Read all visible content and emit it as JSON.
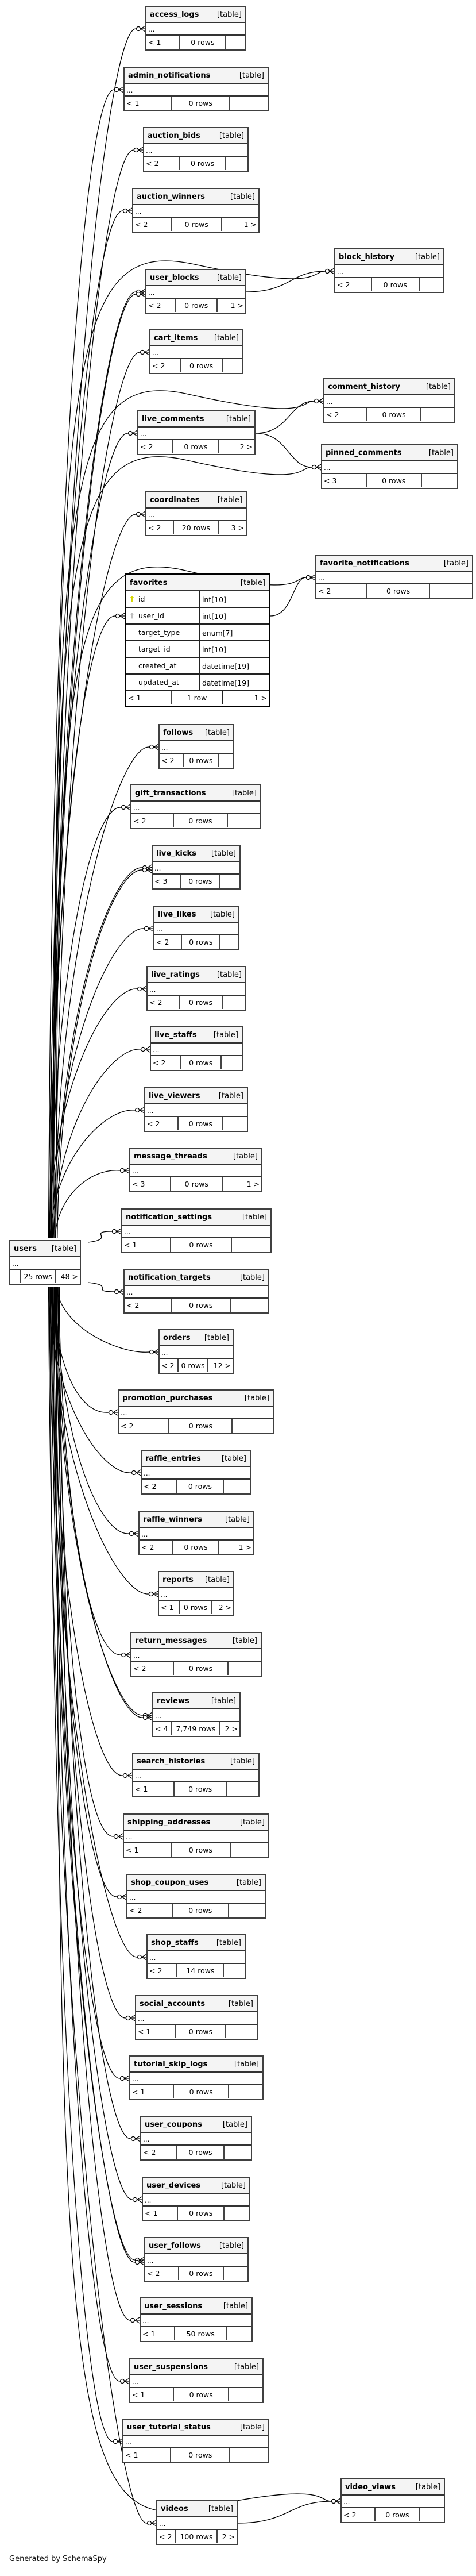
{
  "diagram": {
    "focus_table": "users",
    "kind_label": "[table]",
    "columns_placeholder": "...",
    "generated_by": "Generated by SchemaSpy"
  },
  "tables": [
    {
      "id": "access_logs",
      "name": "access_logs",
      "parents": "< 1",
      "rows": "0 rows",
      "children": ""
    },
    {
      "id": "admin_notifications",
      "name": "admin_notifications",
      "parents": "< 1",
      "rows": "0 rows",
      "children": ""
    },
    {
      "id": "auction_bids",
      "name": "auction_bids",
      "parents": "< 2",
      "rows": "0 rows",
      "children": ""
    },
    {
      "id": "auction_winners",
      "name": "auction_winners",
      "parents": "< 2",
      "rows": "0 rows",
      "children": "1 >"
    },
    {
      "id": "block_history",
      "name": "block_history",
      "parents": "< 2",
      "rows": "0 rows",
      "children": ""
    },
    {
      "id": "user_blocks",
      "name": "user_blocks",
      "parents": "< 2",
      "rows": "0 rows",
      "children": "1 >"
    },
    {
      "id": "cart_items",
      "name": "cart_items",
      "parents": "< 2",
      "rows": "0 rows",
      "children": ""
    },
    {
      "id": "comment_history",
      "name": "comment_history",
      "parents": "< 2",
      "rows": "0 rows",
      "children": ""
    },
    {
      "id": "live_comments",
      "name": "live_comments",
      "parents": "< 2",
      "rows": "0 rows",
      "children": "2 >"
    },
    {
      "id": "pinned_comments",
      "name": "pinned_comments",
      "parents": "< 3",
      "rows": "0 rows",
      "children": ""
    },
    {
      "id": "coordinates",
      "name": "coordinates",
      "parents": "< 2",
      "rows": "20 rows",
      "children": "3 >"
    },
    {
      "id": "favorite_notifications",
      "name": "favorite_notifications",
      "parents": "< 2",
      "rows": "0 rows",
      "children": ""
    },
    {
      "id": "follows",
      "name": "follows",
      "parents": "< 2",
      "rows": "0 rows",
      "children": ""
    },
    {
      "id": "gift_transactions",
      "name": "gift_transactions",
      "parents": "< 2",
      "rows": "0 rows",
      "children": ""
    },
    {
      "id": "live_kicks",
      "name": "live_kicks",
      "parents": "< 3",
      "rows": "0 rows",
      "children": ""
    },
    {
      "id": "live_likes",
      "name": "live_likes",
      "parents": "< 2",
      "rows": "0 rows",
      "children": ""
    },
    {
      "id": "live_ratings",
      "name": "live_ratings",
      "parents": "< 2",
      "rows": "0 rows",
      "children": ""
    },
    {
      "id": "live_staffs",
      "name": "live_staffs",
      "parents": "< 2",
      "rows": "0 rows",
      "children": ""
    },
    {
      "id": "live_viewers",
      "name": "live_viewers",
      "parents": "< 2",
      "rows": "0 rows",
      "children": ""
    },
    {
      "id": "message_threads",
      "name": "message_threads",
      "parents": "< 3",
      "rows": "0 rows",
      "children": "1 >"
    },
    {
      "id": "notification_settings",
      "name": "notification_settings",
      "parents": "< 1",
      "rows": "0 rows",
      "children": ""
    },
    {
      "id": "notification_targets",
      "name": "notification_targets",
      "parents": "< 2",
      "rows": "0 rows",
      "children": ""
    },
    {
      "id": "users",
      "name": "users",
      "parents": "",
      "rows": "25 rows",
      "children": "48 >"
    },
    {
      "id": "orders",
      "name": "orders",
      "parents": "< 2",
      "rows": "0 rows",
      "children": "12 >"
    },
    {
      "id": "promotion_purchases",
      "name": "promotion_purchases",
      "parents": "< 2",
      "rows": "0 rows",
      "children": ""
    },
    {
      "id": "raffle_entries",
      "name": "raffle_entries",
      "parents": "< 2",
      "rows": "0 rows",
      "children": ""
    },
    {
      "id": "raffle_winners",
      "name": "raffle_winners",
      "parents": "< 2",
      "rows": "0 rows",
      "children": "1 >"
    },
    {
      "id": "reports",
      "name": "reports",
      "parents": "< 1",
      "rows": "0 rows",
      "children": "2 >"
    },
    {
      "id": "return_messages",
      "name": "return_messages",
      "parents": "< 2",
      "rows": "0 rows",
      "children": ""
    },
    {
      "id": "reviews",
      "name": "reviews",
      "parents": "< 4",
      "rows": "7,749 rows",
      "children": "2 >"
    },
    {
      "id": "search_histories",
      "name": "search_histories",
      "parents": "< 1",
      "rows": "0 rows",
      "children": ""
    },
    {
      "id": "shipping_addresses",
      "name": "shipping_addresses",
      "parents": "< 1",
      "rows": "0 rows",
      "children": ""
    },
    {
      "id": "shop_coupon_uses",
      "name": "shop_coupon_uses",
      "parents": "< 2",
      "rows": "0 rows",
      "children": ""
    },
    {
      "id": "shop_staffs",
      "name": "shop_staffs",
      "parents": "< 2",
      "rows": "14 rows",
      "children": ""
    },
    {
      "id": "social_accounts",
      "name": "social_accounts",
      "parents": "< 1",
      "rows": "0 rows",
      "children": ""
    },
    {
      "id": "tutorial_skip_logs",
      "name": "tutorial_skip_logs",
      "parents": "< 1",
      "rows": "0 rows",
      "children": ""
    },
    {
      "id": "user_coupons",
      "name": "user_coupons",
      "parents": "< 2",
      "rows": "0 rows",
      "children": ""
    },
    {
      "id": "user_devices",
      "name": "user_devices",
      "parents": "< 1",
      "rows": "0 rows",
      "children": ""
    },
    {
      "id": "user_follows",
      "name": "user_follows",
      "parents": "< 2",
      "rows": "0 rows",
      "children": ""
    },
    {
      "id": "user_sessions",
      "name": "user_sessions",
      "parents": "< 1",
      "rows": "50 rows",
      "children": ""
    },
    {
      "id": "user_suspensions",
      "name": "user_suspensions",
      "parents": "< 1",
      "rows": "0 rows",
      "children": ""
    },
    {
      "id": "user_tutorial_status",
      "name": "user_tutorial_status",
      "parents": "< 1",
      "rows": "0 rows",
      "children": ""
    },
    {
      "id": "video_views",
      "name": "video_views",
      "parents": "< 2",
      "rows": "0 rows",
      "children": ""
    },
    {
      "id": "videos",
      "name": "videos",
      "parents": "< 2",
      "rows": "100 rows",
      "children": "2 >"
    }
  ],
  "favorites": {
    "name": "favorites",
    "columns": [
      {
        "name": "id",
        "type": "int[10]",
        "key": "primary-key"
      },
      {
        "name": "user_id",
        "type": "int[10]",
        "key": "foreign-key"
      },
      {
        "name": "target_type",
        "type": "enum[7]",
        "key": ""
      },
      {
        "name": "target_id",
        "type": "int[10]",
        "key": ""
      },
      {
        "name": "created_at",
        "type": "datetime[19]",
        "key": ""
      },
      {
        "name": "updated_at",
        "type": "datetime[19]",
        "key": ""
      }
    ],
    "parents": "< 1",
    "rows": "1 row",
    "children": "1 >",
    "pk_color": "#d4d400",
    "fk_color": "#bdbdbd"
  },
  "relationships": [
    {
      "from": "users",
      "to": "access_logs"
    },
    {
      "from": "users",
      "to": "admin_notifications"
    },
    {
      "from": "users",
      "to": "auction_bids"
    },
    {
      "from": "users",
      "to": "auction_winners"
    },
    {
      "from": "users",
      "to": "block_history"
    },
    {
      "from": "users",
      "to": "user_blocks"
    },
    {
      "from": "users",
      "to": "user_blocks"
    },
    {
      "from": "user_blocks",
      "to": "block_history"
    },
    {
      "from": "users",
      "to": "cart_items"
    },
    {
      "from": "users",
      "to": "comment_history"
    },
    {
      "from": "users",
      "to": "live_comments"
    },
    {
      "from": "live_comments",
      "to": "comment_history"
    },
    {
      "from": "live_comments",
      "to": "pinned_comments"
    },
    {
      "from": "users",
      "to": "pinned_comments"
    },
    {
      "from": "users",
      "to": "coordinates"
    },
    {
      "from": "users",
      "to": "favorite_notifications"
    },
    {
      "from": "users",
      "to": "favorites"
    },
    {
      "from": "favorites",
      "to": "favorite_notifications"
    },
    {
      "from": "users",
      "to": "follows"
    },
    {
      "from": "users",
      "to": "gift_transactions"
    },
    {
      "from": "users",
      "to": "live_kicks"
    },
    {
      "from": "users",
      "to": "live_kicks"
    },
    {
      "from": "users",
      "to": "live_likes"
    },
    {
      "from": "users",
      "to": "live_ratings"
    },
    {
      "from": "users",
      "to": "live_staffs"
    },
    {
      "from": "users",
      "to": "live_viewers"
    },
    {
      "from": "users",
      "to": "message_threads"
    },
    {
      "from": "users",
      "to": "notification_settings"
    },
    {
      "from": "users",
      "to": "notification_targets"
    },
    {
      "from": "users",
      "to": "orders"
    },
    {
      "from": "users",
      "to": "promotion_purchases"
    },
    {
      "from": "users",
      "to": "raffle_entries"
    },
    {
      "from": "users",
      "to": "raffle_winners"
    },
    {
      "from": "users",
      "to": "reports"
    },
    {
      "from": "users",
      "to": "return_messages"
    },
    {
      "from": "users",
      "to": "reviews"
    },
    {
      "from": "users",
      "to": "reviews"
    },
    {
      "from": "users",
      "to": "search_histories"
    },
    {
      "from": "users",
      "to": "shipping_addresses"
    },
    {
      "from": "users",
      "to": "shop_coupon_uses"
    },
    {
      "from": "users",
      "to": "shop_staffs"
    },
    {
      "from": "users",
      "to": "social_accounts"
    },
    {
      "from": "users",
      "to": "tutorial_skip_logs"
    },
    {
      "from": "users",
      "to": "user_coupons"
    },
    {
      "from": "users",
      "to": "user_devices"
    },
    {
      "from": "users",
      "to": "user_follows"
    },
    {
      "from": "users",
      "to": "user_follows"
    },
    {
      "from": "users",
      "to": "user_sessions"
    },
    {
      "from": "users",
      "to": "user_suspensions"
    },
    {
      "from": "users",
      "to": "user_tutorial_status"
    },
    {
      "from": "users",
      "to": "video_views"
    },
    {
      "from": "users",
      "to": "videos"
    },
    {
      "from": "videos",
      "to": "video_views"
    }
  ]
}
